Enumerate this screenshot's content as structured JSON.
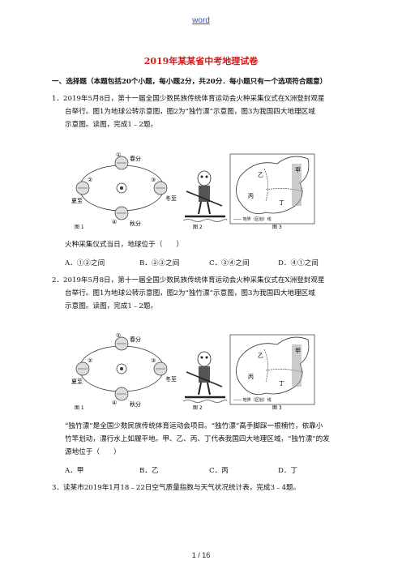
{
  "header": {
    "link": "word"
  },
  "title": "2019年某某省中考地理试卷",
  "section": "一、选择题（本题包括20个小题，每小题2分，共20分．每小题只有一个选项符合题意）",
  "q1": {
    "line1": "1．2019年5月8日，第十一届全国少数民族传统体育运动会火种采集仪式在X洲登封观星",
    "line2": "台举行。图1为地球公转示意图，图2为“独竹漂”示意图，图3为我国四大地理区域",
    "line3": "示意图。读图，完成1﹣2题。",
    "stem": "火种采集仪式当日，地球位于（　　）",
    "options": [
      "A．①②之间",
      "B．②③之间",
      "C．③④之间",
      "D．④①之间"
    ]
  },
  "q2": {
    "line1": "2．2019年5月8日，第十一届全国少数民族传统体育运动会火种采集仪式在X洲登封观星",
    "line2": "台举行。图1为地球公转示意图，图2为“独竹漂”示意图，图3为我国四大地理区域",
    "line3": "示意图。读图，完成1﹣2题。",
    "stem1": "“独竹漂”是全国少数民族传统体育运动会项目。“独竹漂”高手脚踩一根楠竹，依靠小",
    "stem2": "竹竿划动，漂行水上如履平地。甲、乙、丙、丁代表我国四大地理区域，“独竹漂”的发",
    "stem3": "源地位于（　　）",
    "options": [
      "A．甲",
      "B．乙",
      "C．丙",
      "D．丁"
    ]
  },
  "q3": {
    "line1": "3．读某市2019年1月18﹣22日空气质量指数与天气状况统计表，完成3﹣4题。"
  },
  "figure": {
    "spring": "春分",
    "summer": "夏至",
    "winter": "冬至",
    "autumn": "秋分",
    "n1": "①",
    "n2": "②",
    "n3": "③",
    "n4": "④",
    "cap1": "图 1",
    "cap2": "图 2",
    "cap3": "图 3",
    "jia": "甲",
    "yi": "乙",
    "bing": "丙",
    "ding": "丁",
    "legend": "—— 地界（区划）线"
  },
  "footer": "1 / 16"
}
